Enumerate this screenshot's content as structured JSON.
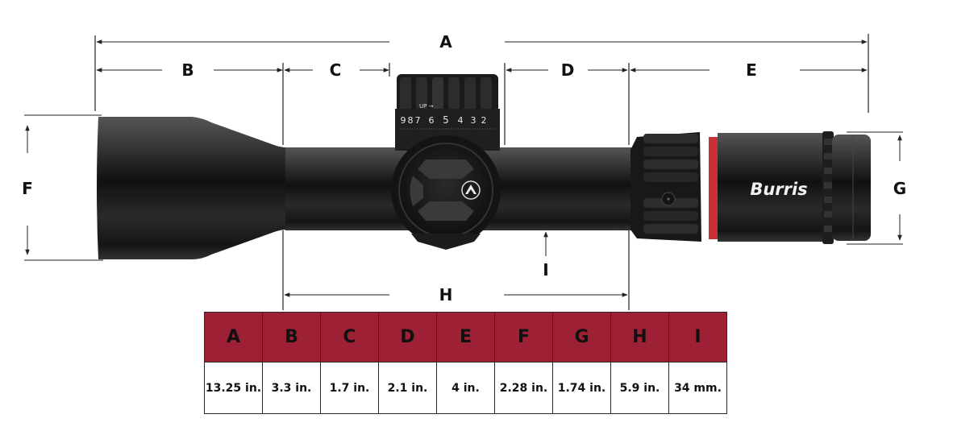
{
  "diagram": {
    "subject": "Burris riflescope dimension diagram",
    "brand_logo_text": "Burris",
    "turret": {
      "direction_label": "UP",
      "scale_numbers": [
        "9",
        "8",
        "7",
        "6",
        "5",
        "4",
        "3",
        "2"
      ]
    },
    "dimension_labels": {
      "A": "A",
      "B": "B",
      "C": "C",
      "D": "D",
      "E": "E",
      "F": "F",
      "G": "G",
      "H": "H",
      "I": "I"
    },
    "colors": {
      "table_header_bg": "#9e2035",
      "accent_ring": "#c8313a",
      "scope_body": "#1c1c1c"
    }
  },
  "table": {
    "headers": [
      "A",
      "B",
      "C",
      "D",
      "E",
      "F",
      "G",
      "H",
      "I"
    ],
    "values": [
      "13.25 in.",
      "3.3 in.",
      "1.7 in.",
      "2.1 in.",
      "4 in.",
      "2.28 in.",
      "1.74 in.",
      "5.9 in.",
      "34 mm."
    ]
  }
}
